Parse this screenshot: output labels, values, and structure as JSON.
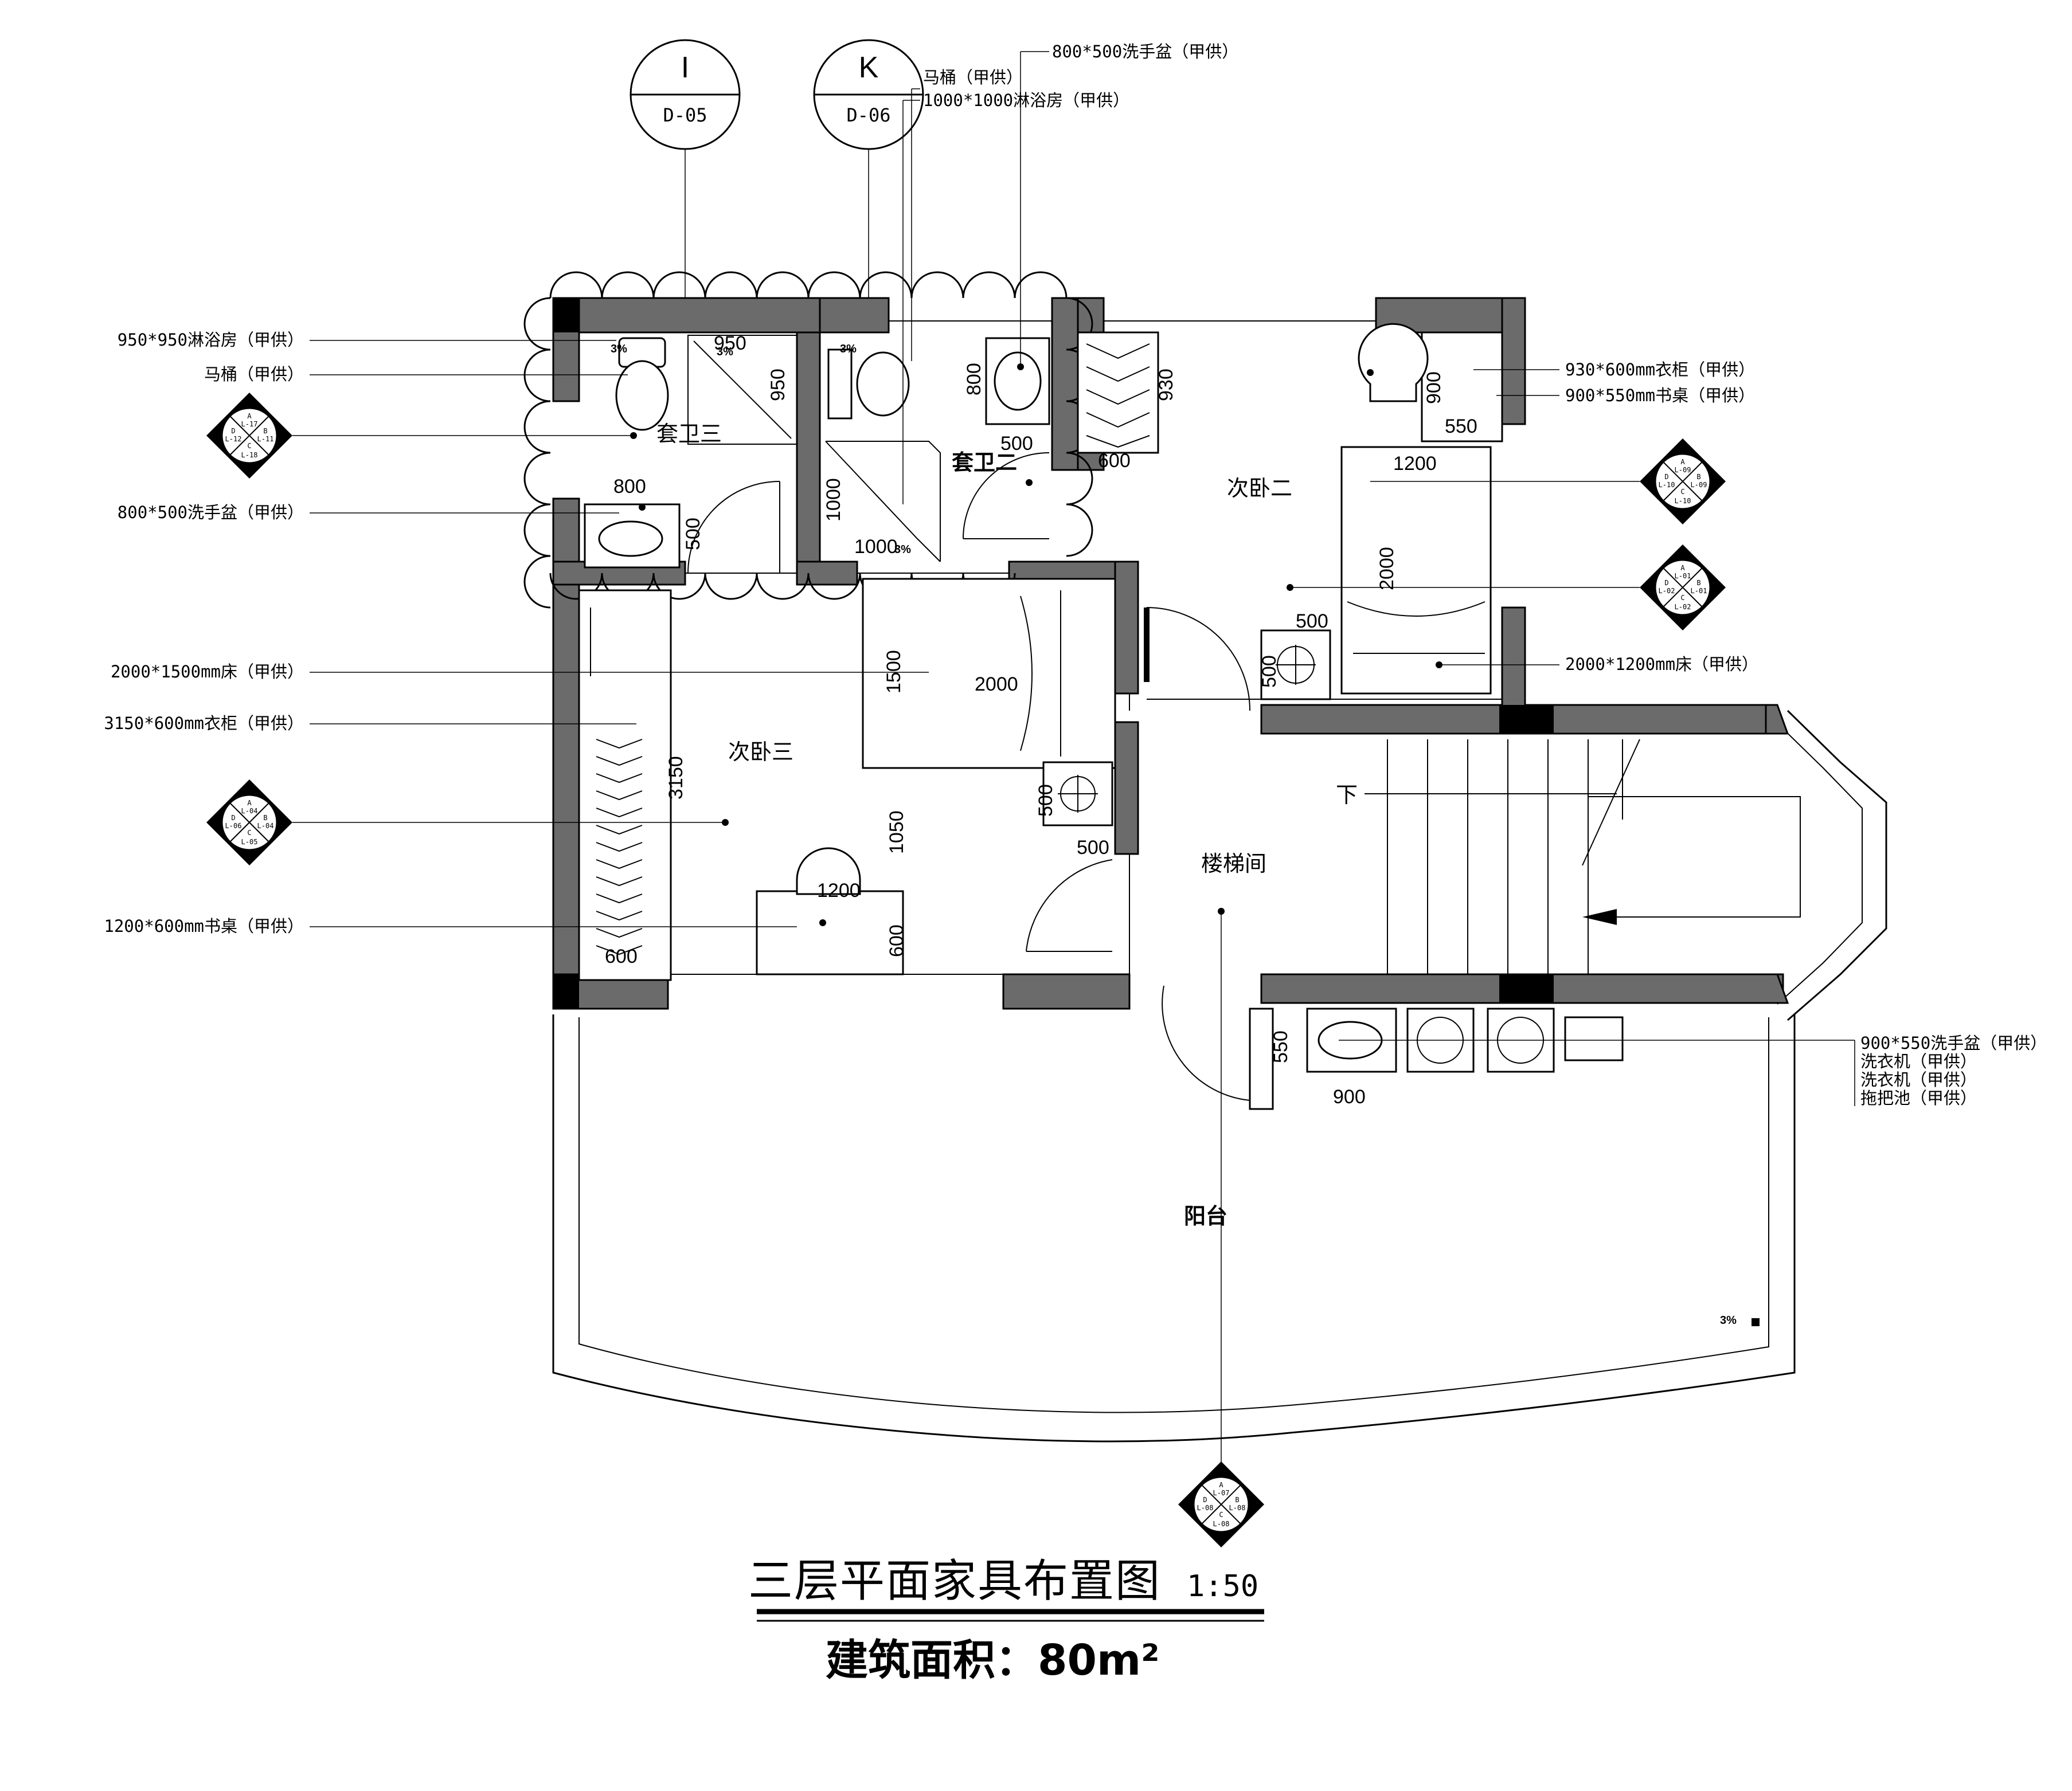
{
  "title": "三层平面家具布置图",
  "scale": "1:50",
  "area": "建筑面积：80m²",
  "rooms": {
    "suite_bath_3": "套卫三",
    "suite_bath_2": "套卫二",
    "bedroom_2": "次卧二",
    "bedroom_3": "次卧三",
    "stairwell": "楼梯间",
    "balcony": "阳台",
    "down": "下"
  },
  "section_marks": {
    "i": {
      "letter": "I",
      "sheet": "D-05"
    },
    "k": {
      "letter": "K",
      "sheet": "D-06"
    }
  },
  "notes_left": {
    "shower_950": "950*950淋浴房（甲供）",
    "toilet": "马桶（甲供）",
    "basin_800": "800*500洗手盆（甲供）",
    "bed_2000_1500": "2000*1500mm床（甲供）",
    "wardrobe_3150": "3150*600mm衣柜（甲供）",
    "desk_1200": "1200*600mm书桌（甲供）"
  },
  "notes_top": {
    "basin_800": "800*500洗手盆（甲供）",
    "toilet": "马桶（甲供）",
    "shower_1000": "1000*1000淋浴房（甲供）"
  },
  "notes_right": {
    "wardrobe_930": "930*600mm衣柜（甲供）",
    "desk_900": "900*550mm书桌（甲供）",
    "bed_2000_1200": "2000*1200mm床（甲供）",
    "basin_900": "900*550洗手盆（甲供）",
    "washer_1": "洗衣机（甲供）",
    "washer_2": "洗衣机（甲供）",
    "mop_sink": "拖把池（甲供）"
  },
  "dims": {
    "d950a": "950",
    "d950b": "950",
    "d800a": "800",
    "d500a": "500",
    "d800b": "800",
    "d500b": "500",
    "d1000a": "1000",
    "d1000b": "1000",
    "d930": "930",
    "d600a": "600",
    "d900a": "900",
    "d550a": "550",
    "d1200a": "1200",
    "d2000a": "2000",
    "d500c": "500",
    "d500d": "500",
    "d1500": "1500",
    "d2000b": "2000",
    "d3150": "3150",
    "d500e": "500",
    "d500f": "500",
    "d1050": "1050",
    "d1200b": "1200",
    "d600b": "600",
    "d600c": "600",
    "d550b": "550",
    "d900b": "900"
  },
  "slope": "3%",
  "index_symbols": [
    {
      "a": "A",
      "b": "B",
      "c": "C",
      "d": "D",
      "ta": "L-17",
      "tb": "L-11",
      "tc": "L-18",
      "td": "L-12"
    },
    {
      "a": "A",
      "b": "B",
      "c": "C",
      "d": "D",
      "ta": "L-09",
      "tb": "L-09",
      "tc": "L-10",
      "td": "L-10"
    },
    {
      "a": "A",
      "b": "B",
      "c": "C",
      "d": "D",
      "ta": "L-01",
      "tb": "L-01",
      "tc": "L-02",
      "td": "L-02"
    },
    {
      "a": "A",
      "b": "B",
      "c": "C",
      "d": "D",
      "ta": "L-04",
      "tb": "L-04",
      "tc": "L-05",
      "td": "L-06"
    },
    {
      "a": "A",
      "b": "B",
      "c": "C",
      "d": "D",
      "ta": "L-07",
      "tb": "L-08",
      "tc": "L-08",
      "td": "L-08"
    }
  ]
}
